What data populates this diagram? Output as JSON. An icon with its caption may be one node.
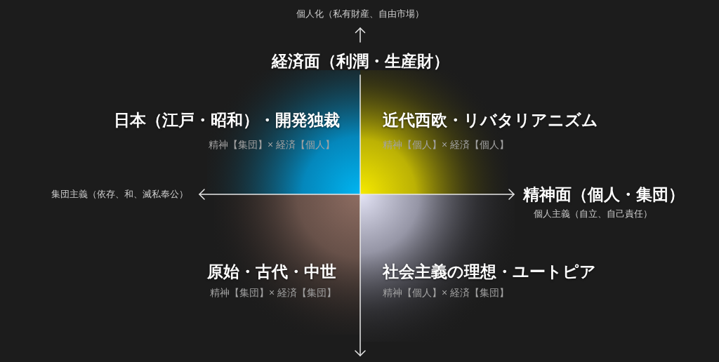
{
  "diagram": {
    "labels": [
      "個人化（私有財産、自由市場）",
      "経済面（利潤・生産財）",
      "日本（江戸・昭和）・開発独裁",
      "近代西欧・リバタリアニズム",
      "精神【集団】× 経済【個人】",
      "精神【個人】× 経済【個人】",
      "集団主義（依存、和、滅私奉公）",
      "精神面（個人・集団）",
      "個人主義（自立、自己責任）",
      "原始・古代・中世",
      "社会主義の理想・ユートピア",
      "精神【集団】× 経済【集団】",
      "精神【個人】× 経済【集団】"
    ]
  }
}
